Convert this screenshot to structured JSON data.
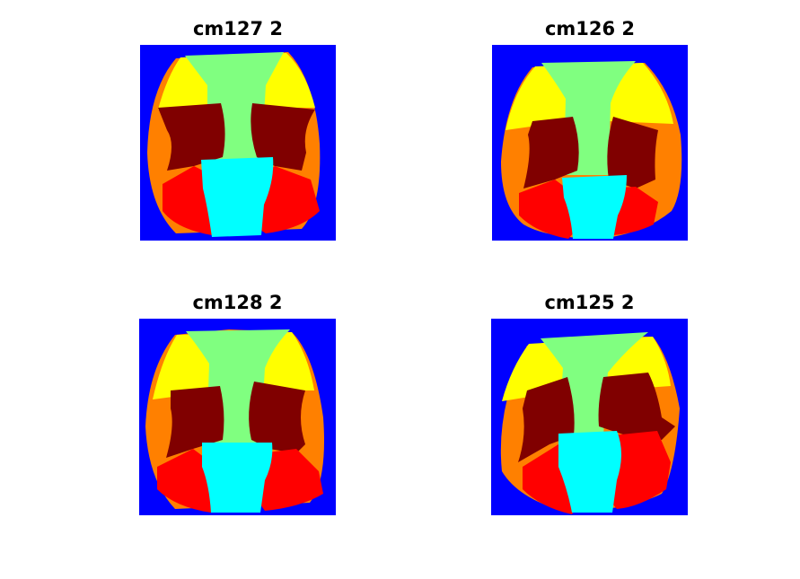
{
  "figure": {
    "panels": [
      {
        "title": "cm127 2"
      },
      {
        "title": "cm126 2"
      },
      {
        "title": "cm128 2"
      },
      {
        "title": "cm125 2"
      }
    ]
  },
  "colors": {
    "background": "#0000ff",
    "top_center": "#80ff80",
    "upper_lobes": "#ffff00",
    "side_lobes": "#ff8000",
    "dark_regions": "#800000",
    "lower_center": "#00ffff",
    "lower_lobes": "#ff0000"
  }
}
